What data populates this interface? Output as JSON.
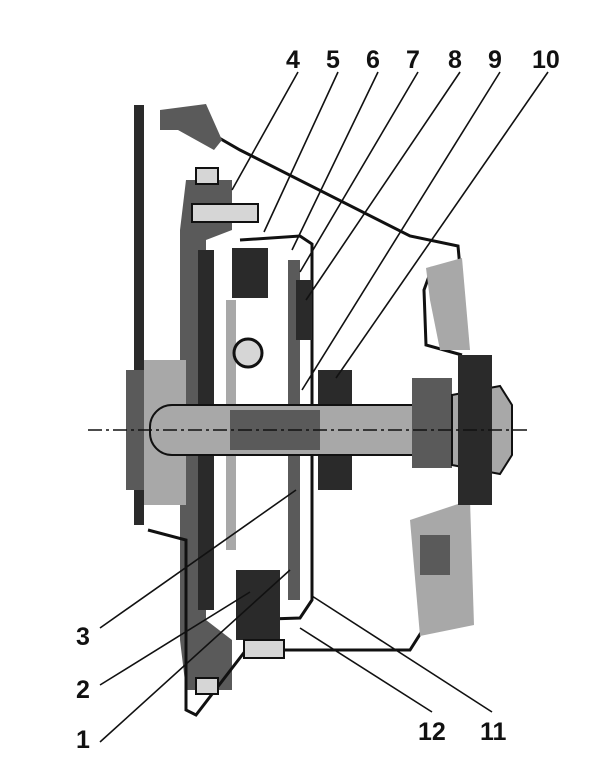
{
  "figure": {
    "callouts_top": [
      {
        "id": "4",
        "label": "4"
      },
      {
        "id": "5",
        "label": "5"
      },
      {
        "id": "6",
        "label": "6"
      },
      {
        "id": "7",
        "label": "7"
      },
      {
        "id": "8",
        "label": "8"
      },
      {
        "id": "9",
        "label": "9"
      },
      {
        "id": "10",
        "label": "10"
      }
    ],
    "callouts_bottom": [
      {
        "id": "3",
        "label": "3"
      },
      {
        "id": "2",
        "label": "2"
      },
      {
        "id": "1",
        "label": "1"
      },
      {
        "id": "12",
        "label": "12"
      },
      {
        "id": "11",
        "label": "11"
      }
    ],
    "colors": {
      "ink": "#111111",
      "dark_metal": "#2a2a2a",
      "mid_metal": "#5a5a5a",
      "light_metal": "#a8a8a8",
      "background": "#ffffff"
    }
  }
}
